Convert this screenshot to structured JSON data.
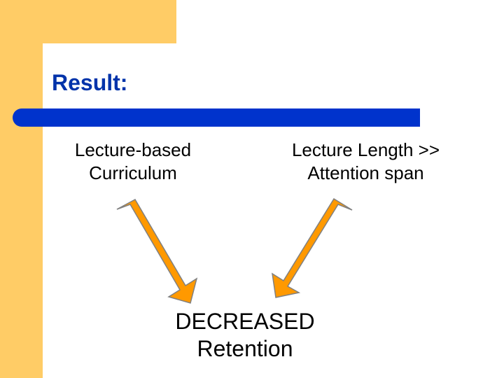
{
  "slide": {
    "title": "Result:",
    "causes": [
      {
        "lines": [
          "Lecture-based",
          "Curriculum"
        ]
      },
      {
        "lines": [
          "Lecture Length >>",
          "Attention span"
        ]
      }
    ],
    "effect": {
      "lines": [
        "DECREASED",
        "Retention"
      ]
    }
  },
  "colors": {
    "accent": "#ffcc66",
    "title_bar": "#0033cc",
    "title_text": "#0033aa",
    "arrow_fill": "#ff9900",
    "arrow_stroke": "#808080"
  },
  "icons": [
    "arrow-down-right-icon",
    "arrow-down-left-icon"
  ]
}
